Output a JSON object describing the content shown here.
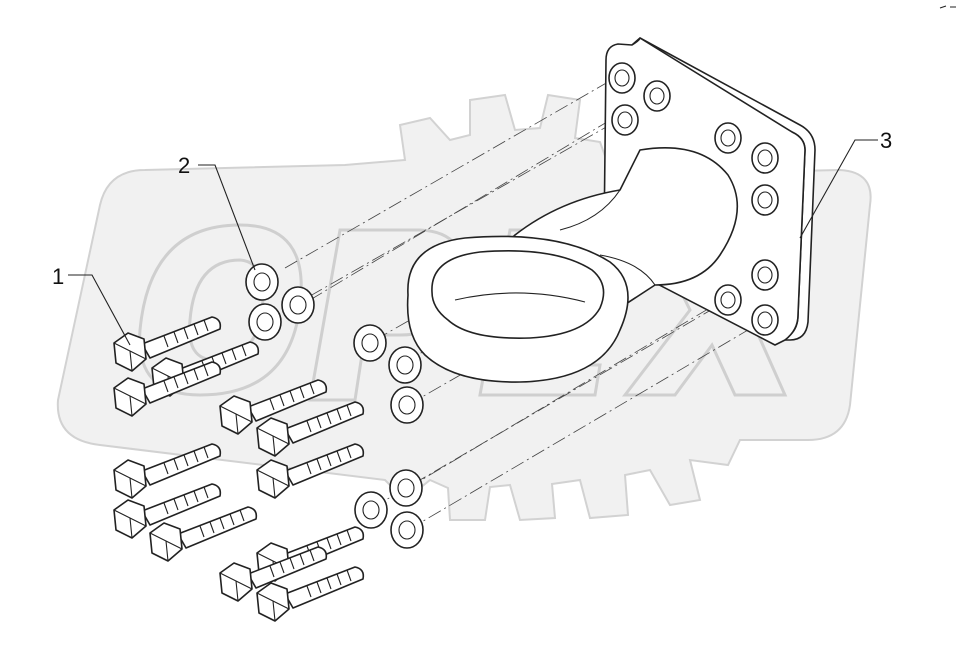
{
  "callouts": [
    {
      "id": "bolt",
      "label": "1"
    },
    {
      "id": "washer",
      "label": "2"
    },
    {
      "id": "tow-eye",
      "label": "3"
    }
  ],
  "watermark": {
    "name": "brand-watermark"
  }
}
